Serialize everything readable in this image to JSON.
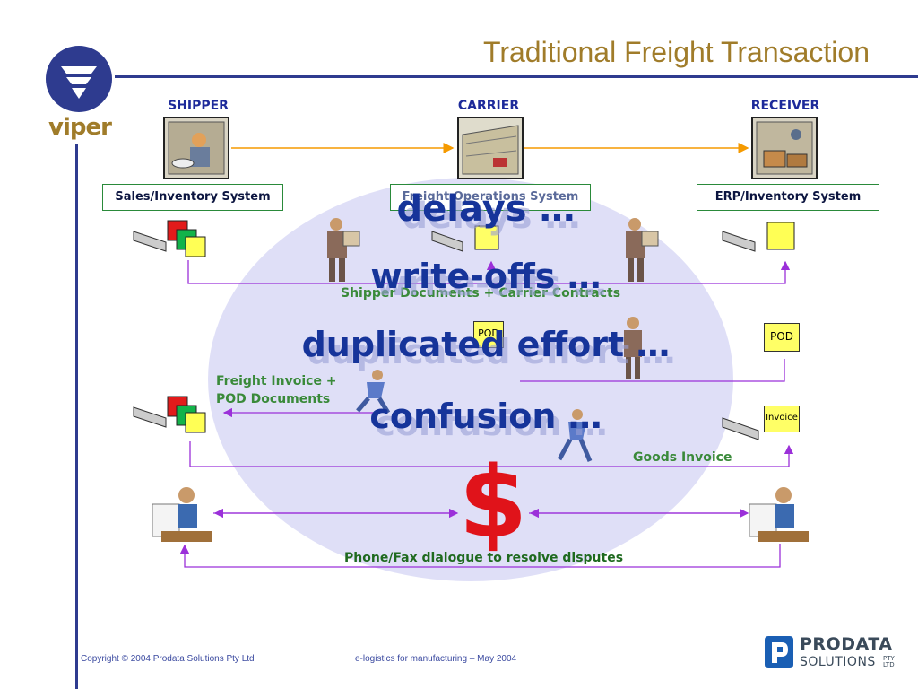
{
  "slide": {
    "title": "Traditional Freight Transaction",
    "brand": "viper",
    "columns": {
      "shipper": "SHIPPER",
      "carrier": "CARRIER",
      "receiver": "RECEIVER"
    },
    "systems": {
      "shipper": "Sales/Inventory System",
      "carrier": "Freight Operations System",
      "receiver": "ERP/Inventory System"
    },
    "flow_labels": {
      "shipper_docs": "Shipper Documents + Carrier Contracts",
      "freight_invoice_1": "Freight Invoice +",
      "freight_invoice_2": "POD Documents",
      "goods_invoice": "Goods Invoice",
      "dialogue": "Phone/Fax dialogue to resolve disputes"
    },
    "doc_labels": {
      "pod": "POD",
      "pod_carrier": "POD",
      "invoice": "Invoice"
    },
    "problems": [
      "delays …",
      "write-offs …",
      "duplicated effort …",
      "confusion …"
    ],
    "dollar": "$",
    "footer": {
      "copyright": "Copyright © 2004 Prodata Solutions Pty Ltd",
      "subject": "e-logistics for manufacturing – May 2004"
    },
    "company": {
      "name": "PRODATA",
      "sub": "SOLUTIONS",
      "suffix": "PTY LTD"
    }
  },
  "colors": {
    "accent_blue": "#2e3b8f",
    "title_gold": "#a07c2a",
    "flow_purple": "#9b30d9",
    "flow_orange": "#f59a00",
    "label_green": "#3a8a3a",
    "dollar_red": "#e0131a"
  }
}
